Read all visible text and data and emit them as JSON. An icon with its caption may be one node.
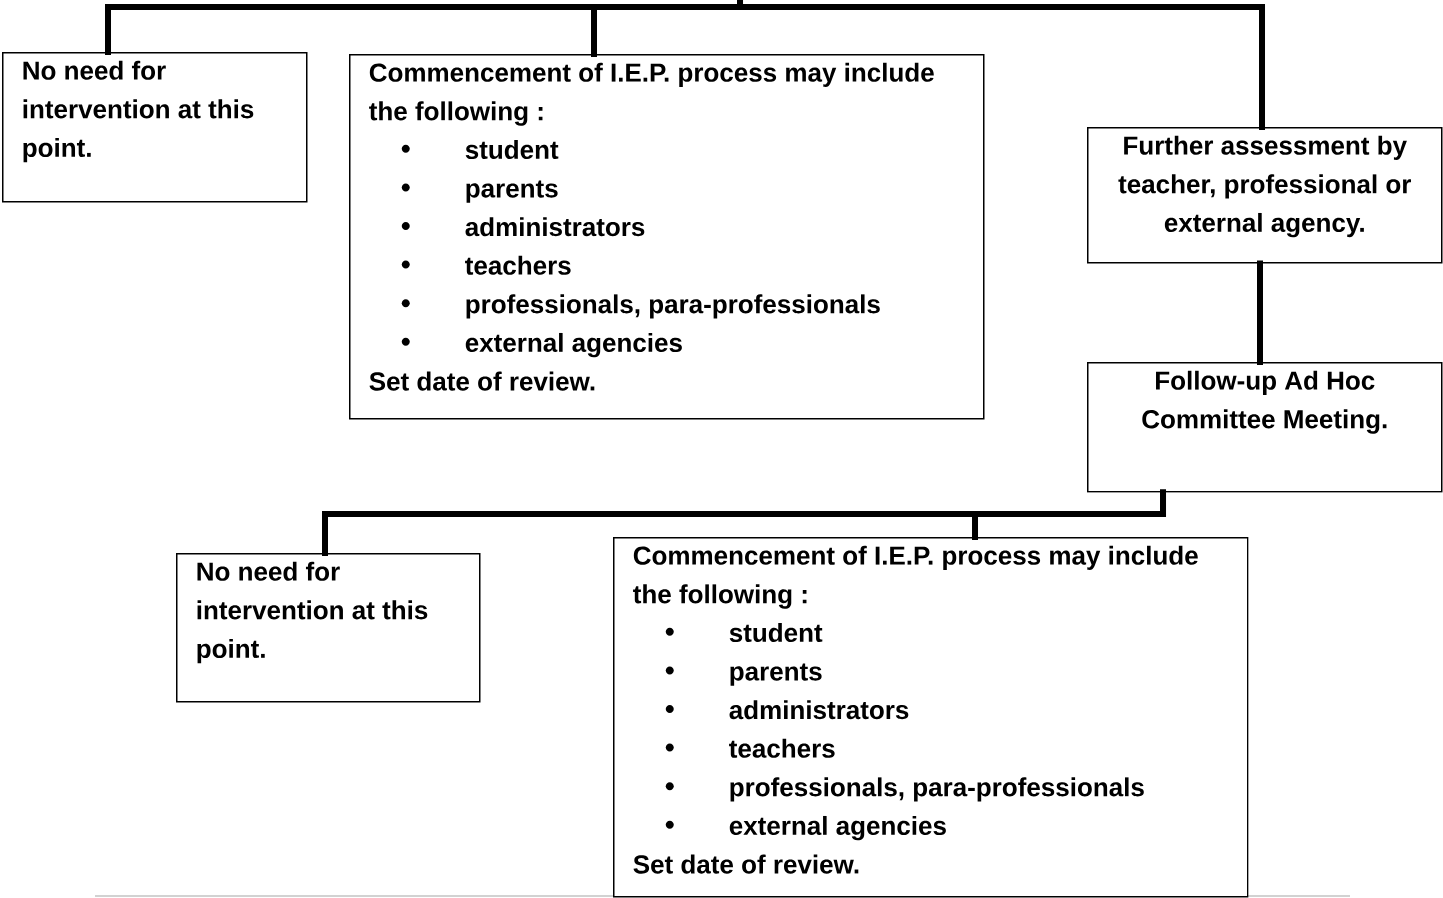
{
  "diagram": {
    "nodes": [
      {
        "text": [
          "No need for intervention at this point."
        ]
      },
      {
        "text": [
          "Commencement of I.E.P. process may include the following :",
          "student",
          "parents",
          "administrators",
          "teachers",
          "professionals, para-professionals",
          "external agencies",
          "Set date of review."
        ]
      },
      {
        "text": [
          "Further assessment by teacher, professional or external agency."
        ]
      },
      {
        "text": [
          "Follow-up Ad Hoc Committee Meeting."
        ]
      },
      {
        "text": [
          "No need for intervention at this point."
        ]
      },
      {
        "text": [
          "Commencement of I.E.P. process may include the following :",
          "student",
          "parents",
          "administrators",
          "teachers",
          "professionals, para-professionals",
          "external agencies",
          "Set date of review."
        ]
      }
    ],
    "edges": [
      {
        "from": null,
        "to": 0,
        "arrow": "none"
      },
      {
        "from": null,
        "to": 1,
        "arrow": "none"
      },
      {
        "from": null,
        "to": 2,
        "arrow": "none"
      },
      {
        "from": 2,
        "to": 3,
        "arrow": "none"
      },
      {
        "from": 3,
        "to": 4,
        "arrow": "none"
      },
      {
        "from": 3,
        "to": 5,
        "arrow": "none"
      }
    ]
  }
}
